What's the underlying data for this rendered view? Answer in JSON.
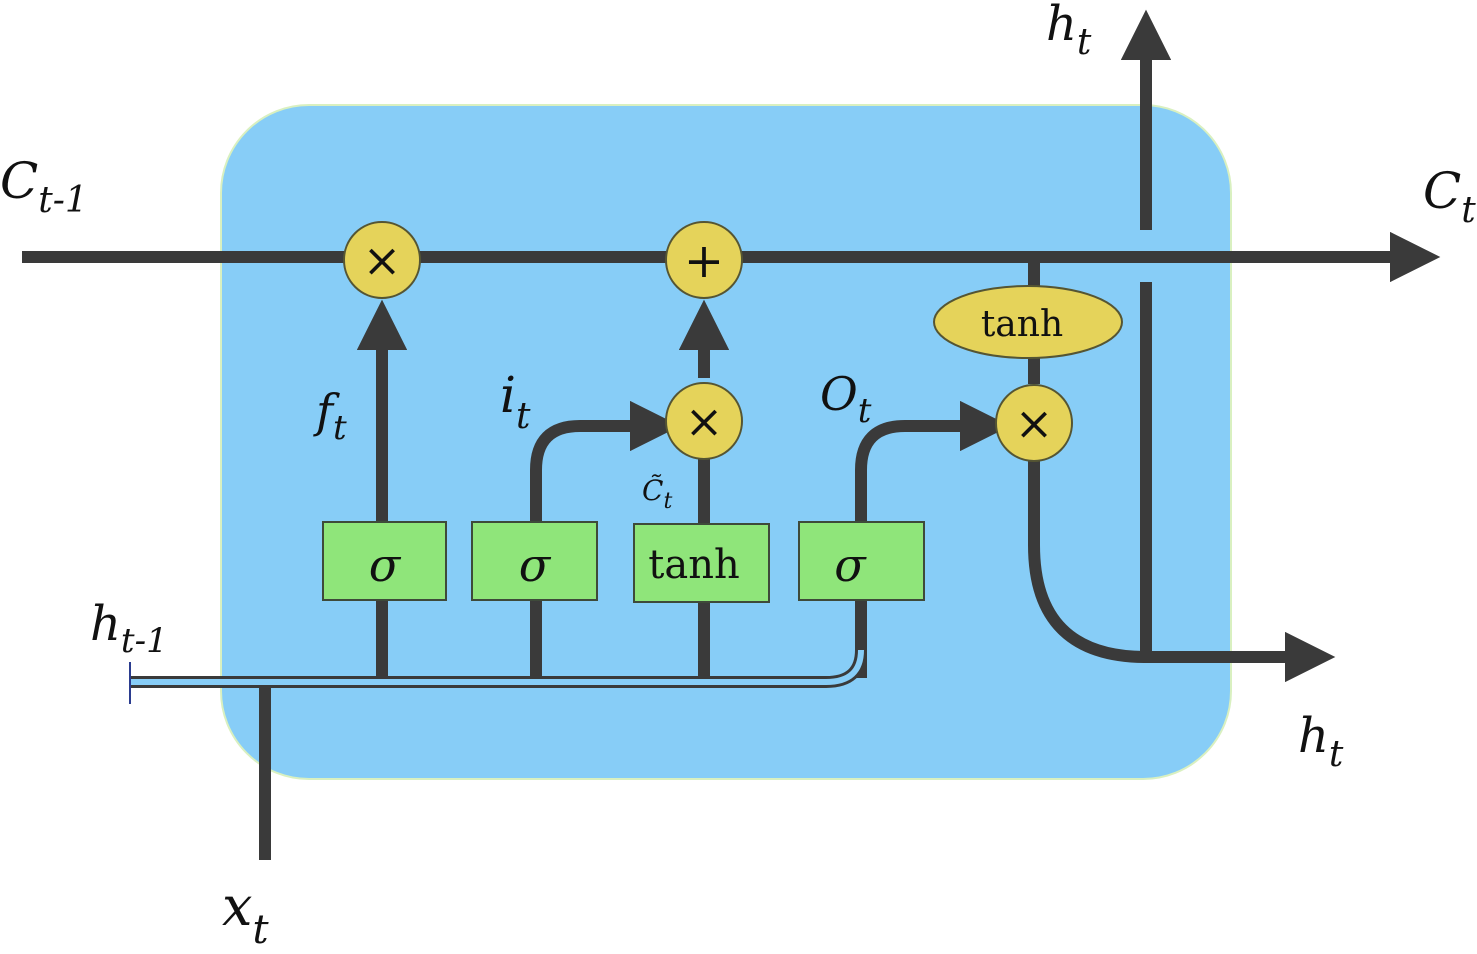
{
  "colors": {
    "cell_fill": "#87CDF7",
    "cell_stroke": "#D9F0C0",
    "line": "#3A3A3A",
    "gate_fill": "#8FE57A",
    "gate_stroke": "#3E4A3A",
    "op_fill": "#E5D35A",
    "op_stroke": "#555533",
    "tick": "#2B3C8F"
  },
  "labels": {
    "c_prev": {
      "base": "C",
      "sub": "t-1"
    },
    "c_next": {
      "base": "C",
      "sub": "t"
    },
    "h_prev": {
      "base": "h",
      "sub": "t-1"
    },
    "h_out_top": {
      "base": "h",
      "sub": "t"
    },
    "h_out_right": {
      "base": "h",
      "sub": "t"
    },
    "x_in": {
      "base": "x",
      "sub": "t"
    },
    "forget": {
      "base": "f",
      "sub": "t"
    },
    "input": {
      "base": "i",
      "sub": "t"
    },
    "output": {
      "base": "O",
      "sub": "t"
    },
    "candidate": {
      "base": "C̃",
      "sub": "t"
    }
  },
  "gates": {
    "forget": "σ",
    "input": "σ",
    "candidate": "tanh",
    "output": "σ"
  },
  "ops": {
    "forget_mult": "×",
    "add": "+",
    "input_mult": "×",
    "output_mult": "×",
    "cell_tanh": "tanh"
  }
}
